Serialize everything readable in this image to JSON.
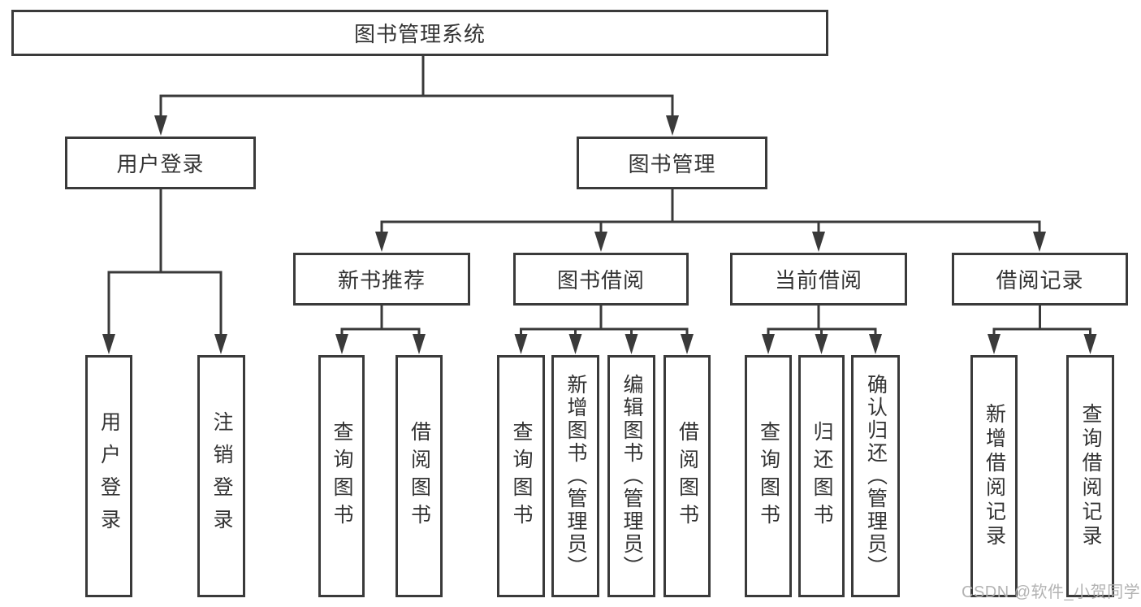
{
  "diagram": {
    "root": {
      "label": "图书管理系统"
    },
    "user_login": {
      "label": "用户登录",
      "children": [
        {
          "label": "用户登录"
        },
        {
          "label": "注销登录"
        }
      ]
    },
    "book_management": {
      "label": "图书管理",
      "children": [
        {
          "label": "新书推荐",
          "children": [
            {
              "label": "查询图书"
            },
            {
              "label": "借阅图书"
            }
          ]
        },
        {
          "label": "图书借阅",
          "children": [
            {
              "label": "查询图书"
            },
            {
              "label": "新增图书（管理员）"
            },
            {
              "label": "编辑图书（管理员）"
            },
            {
              "label": "借阅图书"
            }
          ]
        },
        {
          "label": "当前借阅",
          "children": [
            {
              "label": "查询图书"
            },
            {
              "label": "归还图书"
            },
            {
              "label": "确认归还（管理员）"
            }
          ]
        },
        {
          "label": "借阅记录",
          "children": [
            {
              "label": "新增借阅记录"
            },
            {
              "label": "查询借阅记录"
            }
          ]
        }
      ]
    }
  },
  "watermark": {
    "text": "CSDN @软件_小贺同学"
  },
  "colors": {
    "line": "#3a3a3a",
    "box_border": "#3a3a3a",
    "text": "#333333",
    "watermark": "#afafaf",
    "background": "#ffffff"
  }
}
